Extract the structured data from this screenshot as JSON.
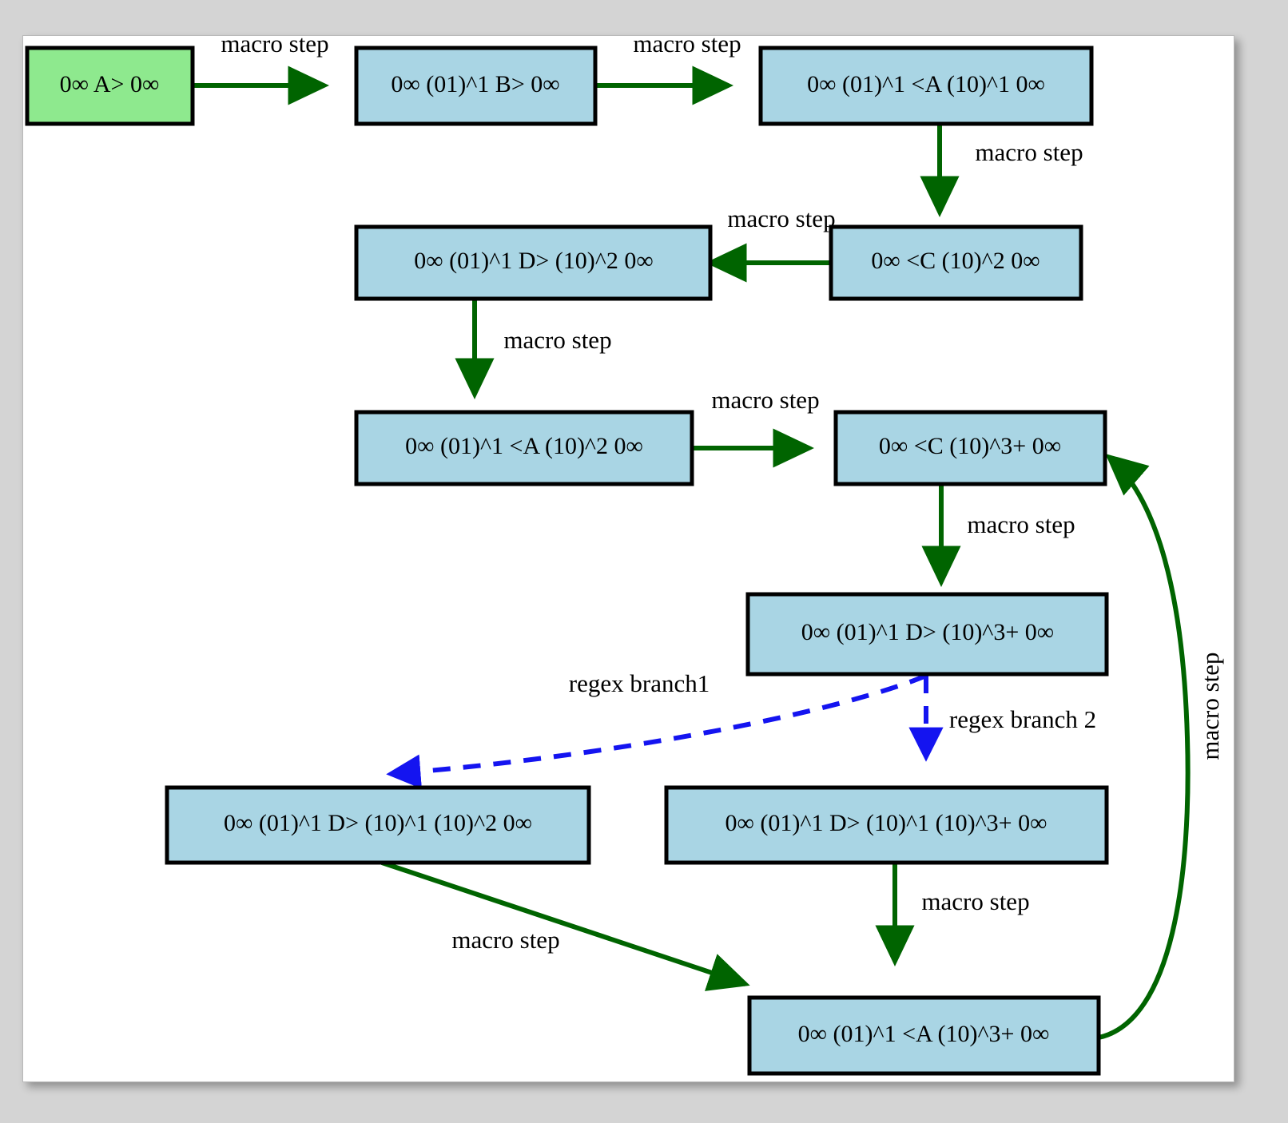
{
  "canvas": {
    "background_color": "#d4d4d4",
    "page_color": "#ffffff"
  },
  "colors": {
    "start_node_fill": "#8ee98e",
    "node_fill": "#a9d5e4",
    "node_stroke": "#000000",
    "macro_edge": "#006400",
    "regex_edge": "#1414f0"
  },
  "chart_data": {
    "type": "diagram",
    "title": "",
    "nodes": [
      {
        "id": "n1",
        "label": "0∞ A> 0∞",
        "kind": "start"
      },
      {
        "id": "n2",
        "label": "0∞ (01)^1 B> 0∞",
        "kind": "state"
      },
      {
        "id": "n3",
        "label": "0∞ (01)^1 <A (10)^1 0∞",
        "kind": "state"
      },
      {
        "id": "n4",
        "label": "0∞ <C (10)^2 0∞",
        "kind": "state"
      },
      {
        "id": "n5",
        "label": "0∞ (01)^1 D> (10)^2 0∞",
        "kind": "state"
      },
      {
        "id": "n6",
        "label": "0∞ (01)^1 <A (10)^2 0∞",
        "kind": "state"
      },
      {
        "id": "n7",
        "label": "0∞ <C (10)^3+ 0∞",
        "kind": "state"
      },
      {
        "id": "n8",
        "label": "0∞ (01)^1 D> (10)^3+ 0∞",
        "kind": "state"
      },
      {
        "id": "n9",
        "label": "0∞ (01)^1 D> (10)^1 (10)^2 0∞",
        "kind": "state"
      },
      {
        "id": "n10",
        "label": "0∞ (01)^1 D> (10)^1 (10)^3+ 0∞",
        "kind": "state"
      },
      {
        "id": "n11",
        "label": "0∞ (01)^1 <A (10)^3+ 0∞",
        "kind": "state"
      }
    ],
    "edges": [
      {
        "id": "e1",
        "from": "n1",
        "to": "n2",
        "label": "macro step",
        "style": "solid-green"
      },
      {
        "id": "e2",
        "from": "n2",
        "to": "n3",
        "label": "macro step",
        "style": "solid-green"
      },
      {
        "id": "e3",
        "from": "n3",
        "to": "n4",
        "label": "macro step",
        "style": "solid-green"
      },
      {
        "id": "e4",
        "from": "n4",
        "to": "n5",
        "label": "macro step",
        "style": "solid-green"
      },
      {
        "id": "e5",
        "from": "n5",
        "to": "n6",
        "label": "macro step",
        "style": "solid-green"
      },
      {
        "id": "e6",
        "from": "n6",
        "to": "n7",
        "label": "macro step",
        "style": "solid-green"
      },
      {
        "id": "e7",
        "from": "n7",
        "to": "n8",
        "label": "macro step",
        "style": "solid-green"
      },
      {
        "id": "e8",
        "from": "n8",
        "to": "n9",
        "label": "regex branch1",
        "style": "dashed-blue"
      },
      {
        "id": "e9",
        "from": "n8",
        "to": "n10",
        "label": "regex branch 2",
        "style": "dashed-blue"
      },
      {
        "id": "e10",
        "from": "n9",
        "to": "n11",
        "label": "macro step",
        "style": "solid-green"
      },
      {
        "id": "e11",
        "from": "n10",
        "to": "n11",
        "label": "macro step",
        "style": "solid-green"
      },
      {
        "id": "e12",
        "from": "n11",
        "to": "n7",
        "label": "macro step",
        "style": "solid-green-curved"
      }
    ]
  }
}
